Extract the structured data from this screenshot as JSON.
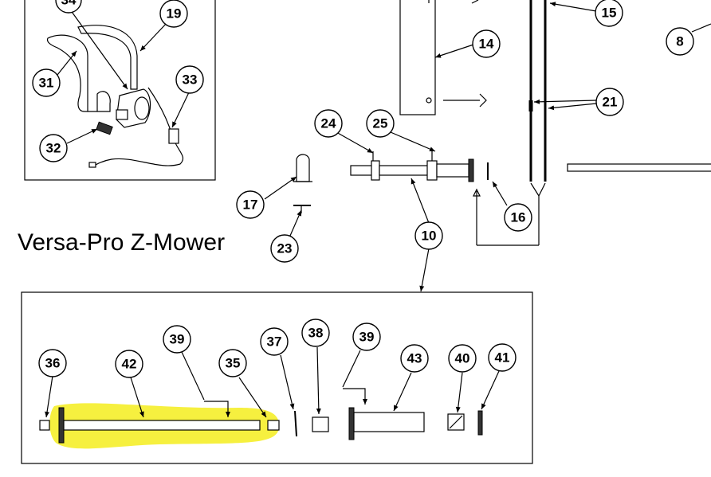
{
  "title": "Versa-Pro Z-Mower",
  "highlight_color": "#f5ee2a",
  "callouts": [
    "34",
    "19",
    "31",
    "33",
    "32",
    "15",
    "14",
    "8",
    "21",
    "24",
    "25",
    "16",
    "10",
    "17",
    "23",
    "36",
    "42",
    "39",
    "35",
    "37",
    "38",
    "39",
    "43",
    "40",
    "41"
  ]
}
